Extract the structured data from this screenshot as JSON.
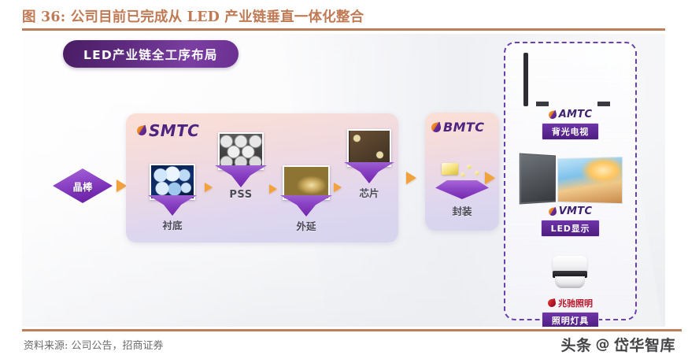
{
  "figure": {
    "title": "图 36: 公司目前已完成从 LED 产业链垂直一体化整合",
    "title_color": "#c07a55",
    "rule_color": "#bc7d5b",
    "source": "资料来源: 公司公告，招商证券",
    "watermark": {
      "prefix": "头条",
      "at": "@",
      "name": "岱华智库"
    }
  },
  "banner": {
    "label": "LED产业链全工序布局",
    "color": "#5d2a7e"
  },
  "upstream": {
    "ingot": {
      "label": "晶棒"
    }
  },
  "smtc_card": {
    "logo": "SMTC",
    "logo_color": "#4e2480",
    "stages": [
      {
        "name": "substrate",
        "label": "衬底",
        "art": "art-sub"
      },
      {
        "name": "pss",
        "label": "PSS",
        "art": "art-pss"
      },
      {
        "name": "epitaxy",
        "label": "外延",
        "art": "art-epi"
      },
      {
        "name": "chip",
        "label": "芯片",
        "art": "art-chip"
      }
    ]
  },
  "bmtc_card": {
    "logo": "BMTC",
    "logo_color": "#4e2480",
    "stage": {
      "label": "封装"
    }
  },
  "products_panel": {
    "border_color": "#6a3fb0",
    "items": [
      {
        "brand": "AMTC",
        "brand_style": "purple",
        "tag": "背光电视",
        "media": "tv"
      },
      {
        "brand": "VMTC",
        "brand_style": "purple",
        "tag": "LED显示",
        "media": "led-wall"
      },
      {
        "brand": "兆驰照明",
        "brand_style": "red",
        "tag": "照明灯具",
        "media": "lamp"
      }
    ]
  },
  "accent": {
    "arrow": "#f2a23c",
    "purple_arrow": "#8a42c4"
  }
}
